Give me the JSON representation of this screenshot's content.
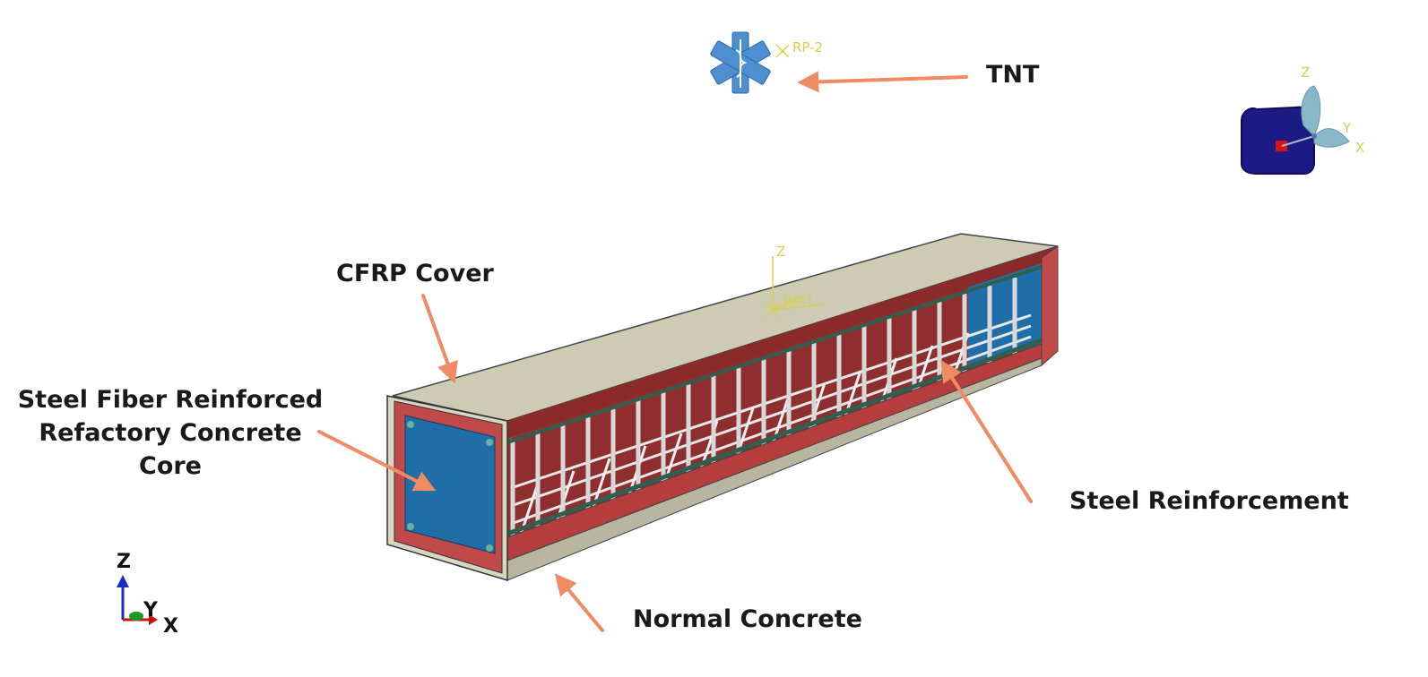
{
  "colors": {
    "cfrp": "#cdcbb4",
    "normal_concrete": "#c04a4a",
    "core": "#1f6ea8",
    "steel": "#d8d8d8",
    "arrow": "#ef8a62",
    "axis_yellow": "#d6d24a",
    "tnt_icon": "#4d8fd0"
  },
  "labels": {
    "tnt": "TNT",
    "cfrp": "CFRP Cover",
    "core_line1": "Steel Fiber Reinforced",
    "core_line2": "Refactory Concrete",
    "core_line3": "Core",
    "steel": "Steel Reinforcement",
    "normal": "Normal Concrete"
  },
  "reference_points": {
    "rp1": "RP-1",
    "rp2": "RP-2"
  },
  "axes": {
    "x": "X",
    "y": "Y",
    "z": "Z"
  },
  "icons": {
    "tnt": "star-of-life-icon",
    "triad": "coordinate-triad-icon",
    "view_cube": "view-cube-icon"
  }
}
